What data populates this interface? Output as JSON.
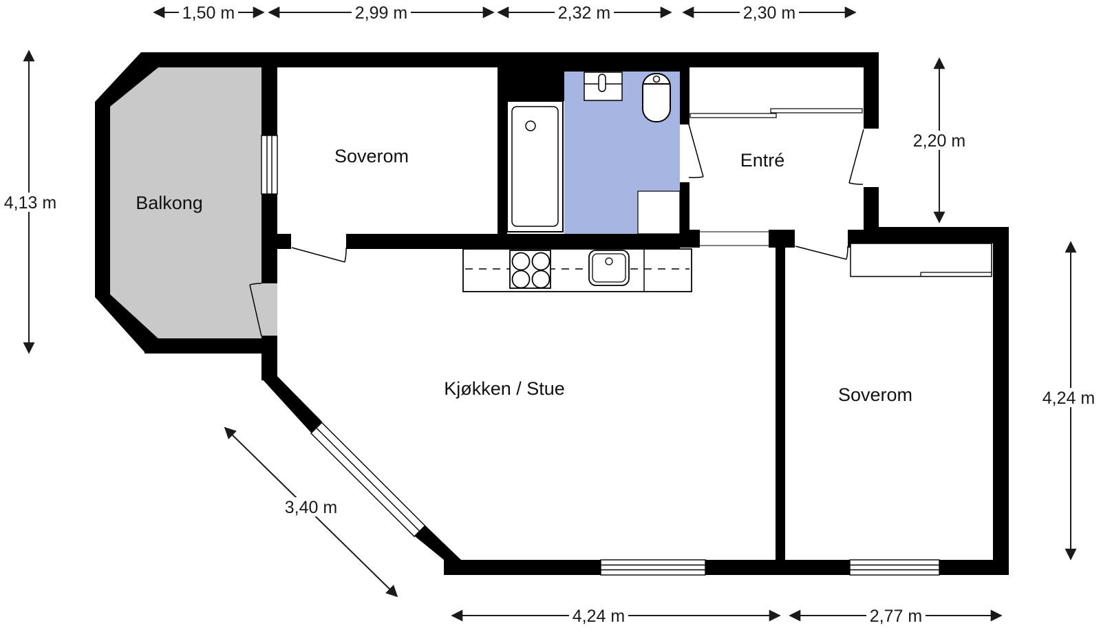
{
  "plan": {
    "type": "apartment-floorplan",
    "language": "Norwegian"
  },
  "rooms": {
    "balkong": {
      "label": "Balkong"
    },
    "soverom_top": {
      "label": "Soverom"
    },
    "entre": {
      "label": "Entré"
    },
    "kjokken_stue": {
      "label": "Kjøkken / Stue"
    },
    "soverom_right": {
      "label": "Soverom"
    }
  },
  "dimensions": {
    "top_1": "1,50 m",
    "top_2": "2,99 m",
    "top_3": "2,32 m",
    "top_4": "2,30 m",
    "left_vertical": "4,13 m",
    "right_upper": "2,20 m",
    "right_lower": "4,24 m",
    "diagonal": "3,40 m",
    "bottom_left": "4,24 m",
    "bottom_right": "2,77 m"
  },
  "fixtures": {
    "bathtub": "bathtub",
    "bathroom_sink": "washbasin",
    "toilet": "toilet",
    "kitchen_counter": "kitchen-counter",
    "stove": "stove-4-burners",
    "kitchen_sink": "kitchen-sink",
    "wardrobe_entre": "sliding-wardrobe",
    "wardrobe_bedroom": "wardrobe"
  },
  "colors": {
    "wall": "#000000",
    "balcony_floor": "#c9c9c9",
    "bathroom_floor": "#a7b5e2",
    "dimension": "#1a1a1a",
    "background": "#ffffff"
  }
}
